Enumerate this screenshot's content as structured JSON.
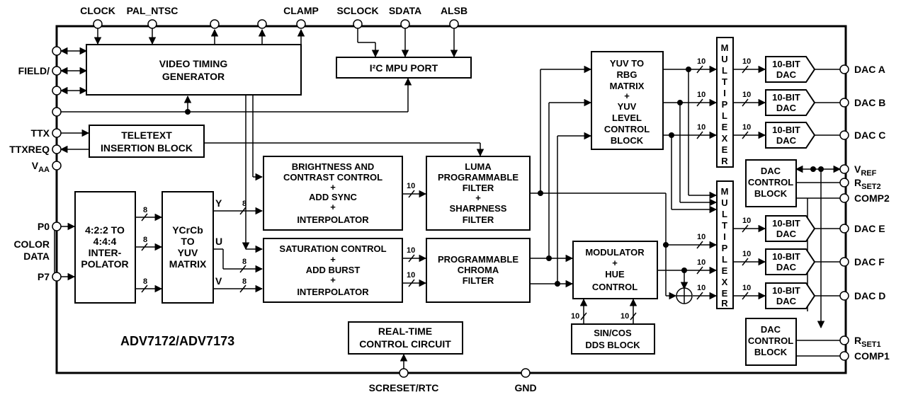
{
  "title": "ADV7172/ADV7173",
  "blocks": {
    "vtg": [
      "VIDEO TIMING",
      "GENERATOR"
    ],
    "i2c": "I²C MPU PORT",
    "teletext": [
      "TELETEXT",
      "INSERTION BLOCK"
    ],
    "interpolator": [
      "4:2:2 TO",
      "4:4:4",
      "INTER-",
      "POLATOR"
    ],
    "ycrcb": [
      "YCrCb",
      "TO",
      "YUV",
      "MATRIX"
    ],
    "brightness": [
      "BRIGHTNESS AND",
      "CONTRAST CONTROL",
      "+",
      "ADD SYNC",
      "+",
      "INTERPOLATOR"
    ],
    "saturation": [
      "SATURATION CONTROL",
      "+",
      "ADD BURST",
      "+",
      "INTERPOLATOR"
    ],
    "luma": [
      "LUMA",
      "PROGRAMMABLE",
      "FILTER",
      "+",
      "SHARPNESS",
      "FILTER"
    ],
    "chroma": [
      "PROGRAMMABLE",
      "CHROMA",
      "FILTER"
    ],
    "yuv_rgb": [
      "YUV TO",
      "RBG",
      "MATRIX",
      "+",
      "YUV",
      "LEVEL",
      "CONTROL",
      "BLOCK"
    ],
    "modulator": [
      "MODULATOR",
      "+",
      "HUE",
      "CONTROL"
    ],
    "sincos": [
      "SIN/COS",
      "DDS BLOCK"
    ],
    "rtc": [
      "REAL-TIME",
      "CONTROL CIRCUIT"
    ],
    "dac_ctrl": [
      "DAC",
      "CONTROL",
      "BLOCK"
    ],
    "mux": [
      "M",
      "U",
      "L",
      "T",
      "I",
      "P",
      "L",
      "E",
      "X",
      "E",
      "R"
    ],
    "dac10": [
      "10-BIT",
      "DAC"
    ]
  },
  "pins": {
    "top": [
      "CLOCK",
      "PAL_NTSC",
      "CLAMP",
      "SCLOCK",
      "SDATA",
      "ALSB"
    ],
    "left": {
      "field": "FIELD/",
      "ttx": "TTX",
      "ttxreq": "TTXREQ",
      "vaa_main": "V",
      "vaa_sub": "AA",
      "p0": "P0",
      "color": "COLOR",
      "data": "DATA",
      "p7": "P7"
    },
    "bottom": [
      "SCRESET/RTC",
      "GND"
    ],
    "right": {
      "dac_a": "DAC A",
      "dac_b": "DAC B",
      "dac_c": "DAC C",
      "vref_main": "V",
      "vref_sub": "REF",
      "rset2_main": "R",
      "rset2_sub": "SET2",
      "comp2": "COMP2",
      "dac_e": "DAC E",
      "dac_f": "DAC F",
      "dac_d": "DAC D",
      "rset1_main": "R",
      "rset1_sub": "SET1",
      "comp1": "COMP1"
    }
  },
  "signals": {
    "y": "Y",
    "u": "U",
    "v": "V"
  },
  "bus_widths": {
    "eight": "8",
    "ten": "10"
  }
}
